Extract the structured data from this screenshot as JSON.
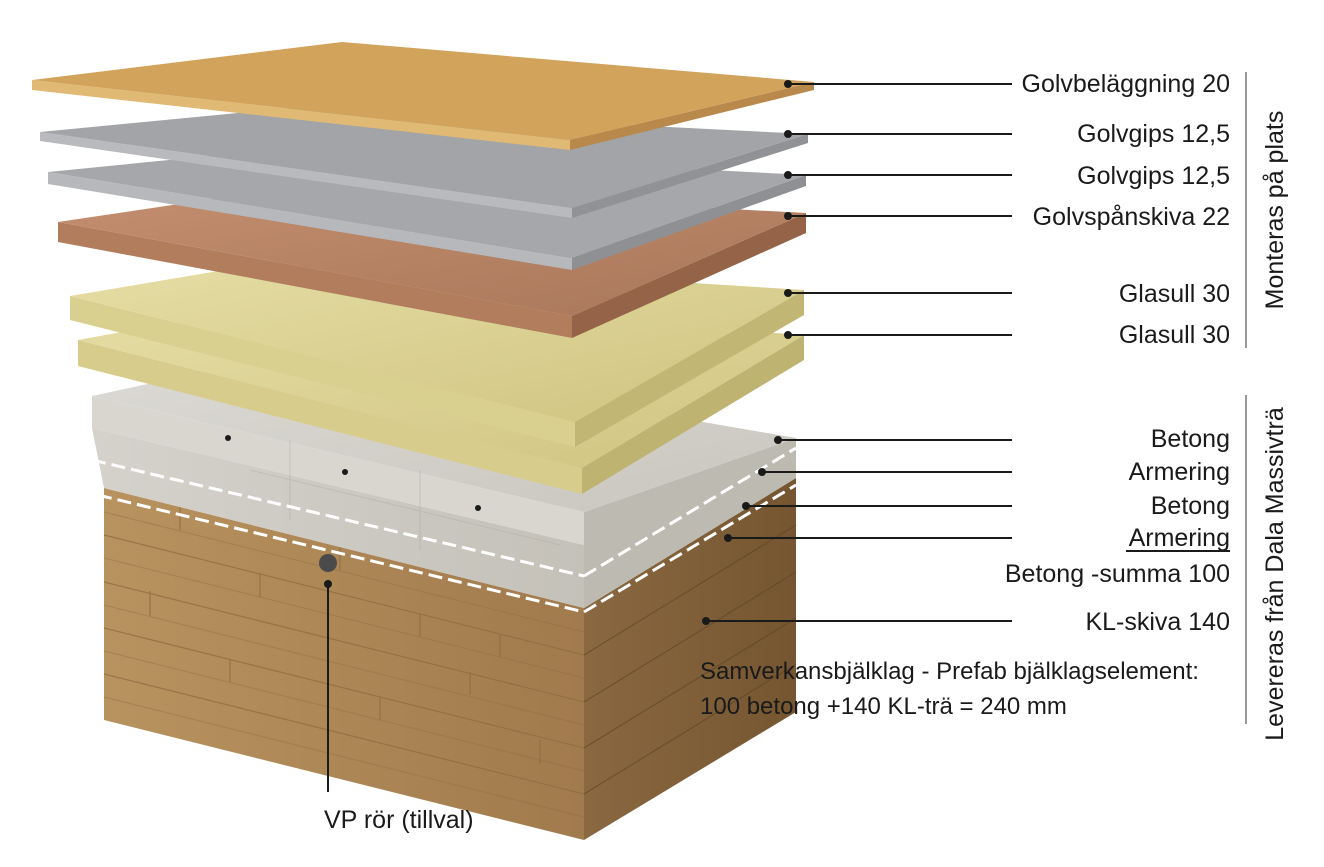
{
  "layers": [
    {
      "name": "Golvbeläggning 20",
      "color": "#d2a35b"
    },
    {
      "name": "Golvgips 12,5",
      "color": "#9ea0a3"
    },
    {
      "name": "Golvgips 12,5",
      "color": "#a4a6a9"
    },
    {
      "name": "Golvspånskiva 22",
      "color": "#b98467"
    },
    {
      "name": "Glasull 30",
      "color": "#d8cf95"
    },
    {
      "name": "Glasull 30",
      "color": "#dcd49c"
    },
    {
      "name": "Betong",
      "color": "#cfcdc6"
    },
    {
      "name": "Armering",
      "color": "#ffffff"
    },
    {
      "name": "Betong",
      "color": "#cfcdc6"
    },
    {
      "name": "Armering",
      "color": "#ffffff"
    },
    {
      "name": "Betong -summa 100",
      "color": "#cfcdc6"
    },
    {
      "name": "KL-skiva 140",
      "color": "#a58157"
    }
  ],
  "groups": {
    "site": "Monteras på plats",
    "factory": "Levereras från Dala Massivträ"
  },
  "summary": {
    "line1": "Samverkansbjälklag - Prefab bjälklagselement:",
    "line2": "100 betong +140 KL-trä = 240 mm"
  },
  "pipe_label": "VP rör (tillval)"
}
